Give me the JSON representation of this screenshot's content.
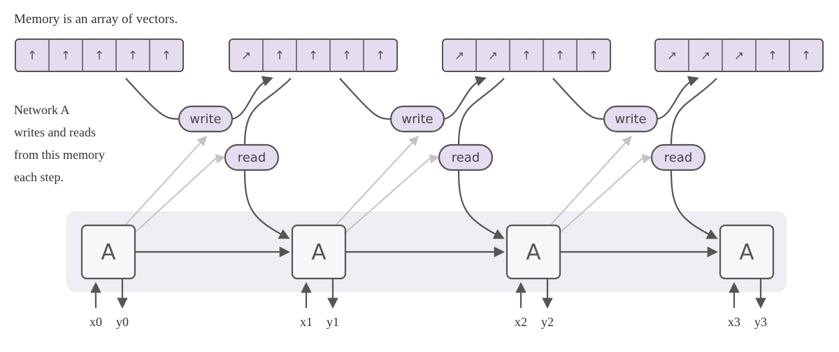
{
  "caption": "Memory is an array of vectors.",
  "description_lines": [
    "Network A",
    "writes and reads",
    "from this memory",
    "each step."
  ],
  "write_label": "write",
  "read_label": "read",
  "memories": [
    {
      "cells": [
        "↑",
        "↑",
        "↑",
        "↑",
        "↑"
      ]
    },
    {
      "cells": [
        "↗",
        "↑",
        "↑",
        "↑",
        "↑"
      ]
    },
    {
      "cells": [
        "↗",
        "↗",
        "↑",
        "↑",
        "↑"
      ]
    },
    {
      "cells": [
        "↗",
        "↗",
        "↗",
        "↑",
        "↑"
      ]
    }
  ],
  "steps": [
    {
      "node": "A",
      "input": "x0",
      "output": "y0"
    },
    {
      "node": "A",
      "input": "x1",
      "output": "y1"
    },
    {
      "node": "A",
      "input": "x2",
      "output": "y2"
    },
    {
      "node": "A",
      "input": "x3",
      "output": "y3"
    }
  ],
  "colors": {
    "memory_fill": "#e6dcf0",
    "stroke": "#555555",
    "panel": "#efeef4",
    "node_fill": "#f7f7f7",
    "attention_line": "#c4c4c4"
  }
}
